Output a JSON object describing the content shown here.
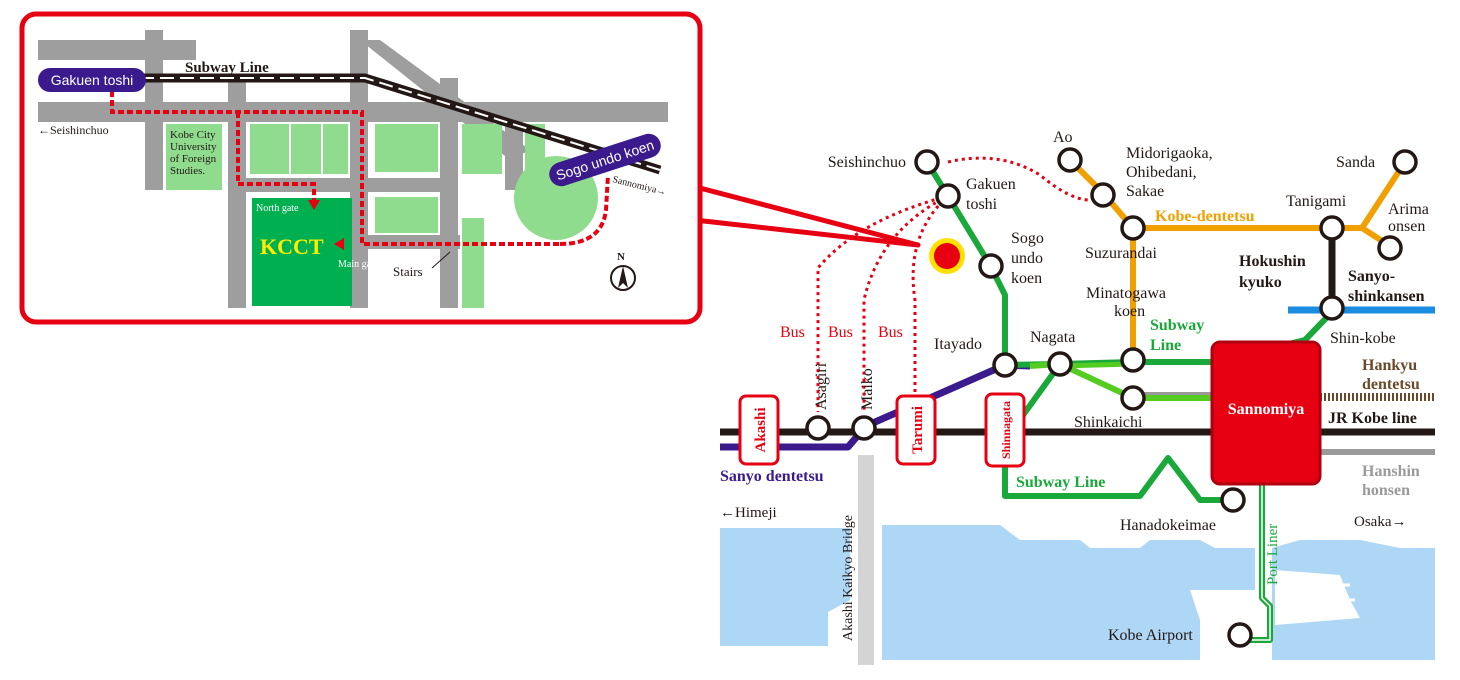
{
  "inset": {
    "subway_label": "Subway Line",
    "gakuen_toshi_station": "Gakuen toshi",
    "sogo_undo_koen_station": "Sogo undo koen",
    "seishinchuo_dir": "←Seishinchuo",
    "sannomiya_dir": "Sannomiya→",
    "university": [
      "Kobe City",
      "University",
      "of Foreign",
      "Studies."
    ],
    "north_gate": "North gate",
    "main_gate": "Main gate",
    "kcct": "KCCT",
    "stairs": "Stairs",
    "compass": "N"
  },
  "stations": {
    "seishinchuo": "Seishinchuo",
    "gakuen_toshi": [
      "Gakuen",
      "toshi"
    ],
    "sogo_undo_koen": [
      "Sogo",
      "undo",
      "koen"
    ],
    "ao": "Ao",
    "midorigaoka": [
      "Midorigaoka,",
      "Ohibedani,",
      "Sakae"
    ],
    "suzurandai": "Suzurandai",
    "sanda": "Sanda",
    "tanigami": "Tanigami",
    "arima_onsen": [
      "Arima",
      "onsen"
    ],
    "minatogawa_koen": [
      "Minatogawa",
      "koen"
    ],
    "itayado": "Itayado",
    "nagata": "Nagata",
    "shinkaichi": "Shinkaichi",
    "shin_kobe": "Shin-kobe",
    "asagiri": "Asagiri",
    "maiko": "Maiko",
    "hanadokeimae": "Hanadokeimae",
    "kobe_airport": "Kobe Airport"
  },
  "hubs": {
    "akashi": "Akashi",
    "tarumi": "Tarumi",
    "shinnagata": "Shinnagata",
    "sannomiya": "Sannomiya"
  },
  "lines": {
    "kobe_dentetsu": "Kobe-dentetsu",
    "hokushin_kyuko": [
      "Hokushin",
      "kyuko"
    ],
    "sanyo_shinkansen": [
      "Sanyo-",
      "shinkansen"
    ],
    "subway_line_upper": [
      "Subway",
      "Line"
    ],
    "subway_line_lower": "Subway Line",
    "hankyu_dentetsu": [
      "Hankyu",
      "dentetsu"
    ],
    "jr_kobe_line": "JR Kobe line",
    "hanshin_honsen": [
      "Hanshin",
      "honsen"
    ],
    "sanyo_dentetsu": "Sanyo dentetsu",
    "port_liner": "Port Liner"
  },
  "bus_labels": [
    "Bus",
    "Bus",
    "Bus"
  ],
  "directions": {
    "himeji": "←Himeji",
    "osaka": "Osaka→"
  },
  "bridge": "Akashi Kaikyo Bridge",
  "colors": {
    "subway_green": "#1aa83a",
    "light_green": "#55cc22",
    "kobe_dentetsu_orange": "#f0a000",
    "sanyo_purple": "#3a1a8c",
    "jr_black": "#231815",
    "hankyu_brown": "#6b4a2a",
    "hanshin_gray": "#9a9a9a",
    "shinkansen_blue": "#1a8de0",
    "accent_red": "#e60012",
    "water_blue": "#aed6f5"
  }
}
